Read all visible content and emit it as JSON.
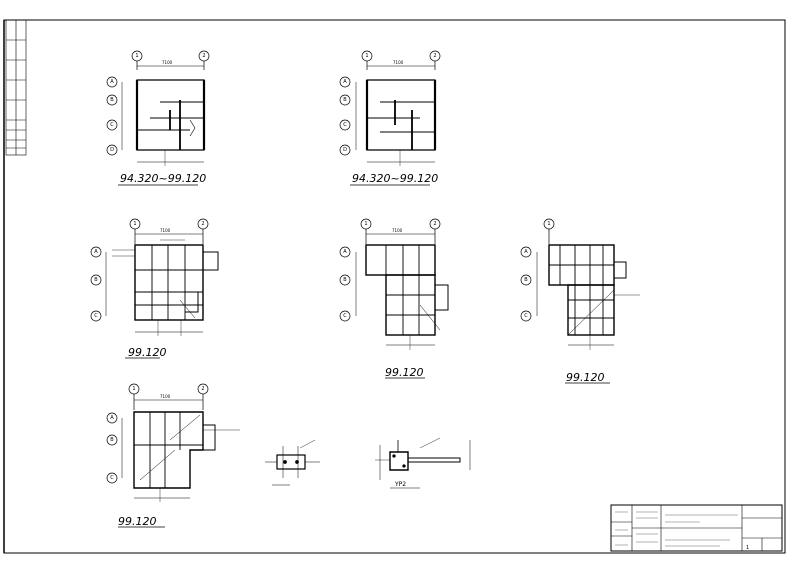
{
  "sheet": {
    "border_color": "#000000"
  },
  "plans": [
    {
      "id": "plan-1",
      "title": "94.320~99.120",
      "dim_top": "7100",
      "grids_top": [
        "1",
        "2"
      ],
      "grids_left": [
        "A",
        "B",
        "C",
        "D"
      ]
    },
    {
      "id": "plan-2",
      "title": "94.320~99.120",
      "dim_top": "7100",
      "grids_top": [
        "1",
        "2"
      ],
      "grids_left": [
        "A",
        "B",
        "C",
        "D"
      ]
    },
    {
      "id": "plan-3",
      "title": "99.120",
      "dim_top": "7100",
      "grids_top": [
        "1",
        "2"
      ],
      "grids_left": [
        "A",
        "B",
        "C"
      ]
    },
    {
      "id": "plan-4",
      "title": "99.120",
      "dim_top": "7100",
      "grids_top": [
        "1",
        "2"
      ],
      "grids_left": [
        "A",
        "B",
        "C"
      ]
    },
    {
      "id": "plan-5",
      "title": "99.120",
      "dim_top": "",
      "grids_top": [
        "1"
      ],
      "grids_left": [
        "A",
        "B",
        "C"
      ]
    },
    {
      "id": "plan-6",
      "title": "99.120",
      "dim_top": "7100",
      "grids_top": [
        "1",
        "2"
      ],
      "grids_left": [
        "A",
        "B",
        "C"
      ]
    }
  ],
  "details": {
    "detail_1": {
      "title": ""
    },
    "detail_2": {
      "title": "YP2"
    }
  },
  "title_block": {
    "stamp": "1"
  }
}
